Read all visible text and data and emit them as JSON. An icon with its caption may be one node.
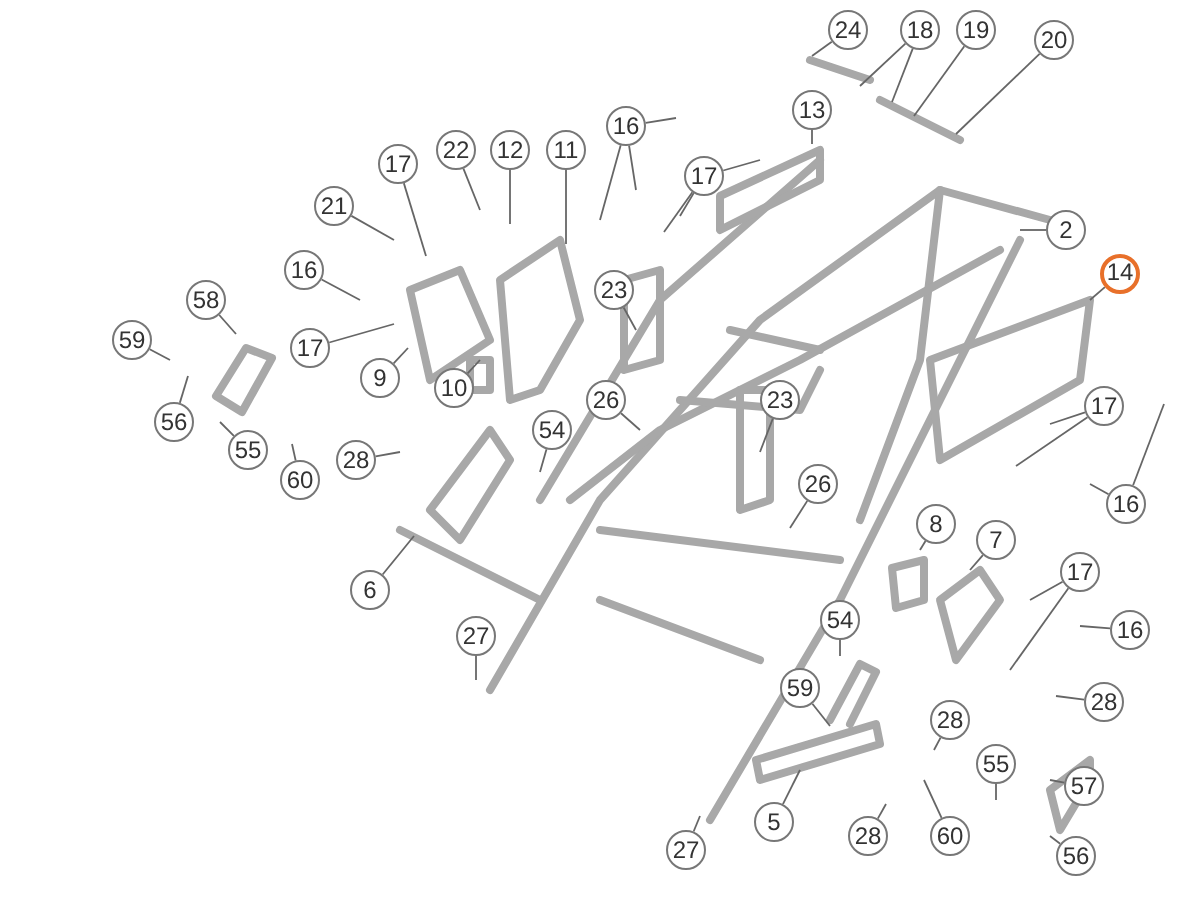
{
  "diagram": {
    "nodes": [
      {
        "text": [
          "24"
        ]
      },
      {
        "text": [
          "18"
        ]
      },
      {
        "text": [
          "19"
        ]
      },
      {
        "text": [
          "20"
        ]
      },
      {
        "text": [
          "13"
        ]
      },
      {
        "text": [
          "16"
        ]
      },
      {
        "text": [
          "17"
        ]
      },
      {
        "text": [
          "22"
        ]
      },
      {
        "text": [
          "12"
        ]
      },
      {
        "text": [
          "11"
        ]
      },
      {
        "text": [
          "17"
        ]
      },
      {
        "text": [
          "21"
        ]
      },
      {
        "text": [
          "16"
        ]
      },
      {
        "text": [
          "58"
        ]
      },
      {
        "text": [
          "59"
        ]
      },
      {
        "text": [
          "17"
        ]
      },
      {
        "text": [
          "9"
        ]
      },
      {
        "text": [
          "56"
        ]
      },
      {
        "text": [
          "10"
        ]
      },
      {
        "text": [
          "23"
        ]
      },
      {
        "text": [
          "2"
        ]
      },
      {
        "text": [
          "14"
        ]
      },
      {
        "text": [
          "26"
        ]
      },
      {
        "text": [
          "54"
        ]
      },
      {
        "text": [
          "55"
        ]
      },
      {
        "text": [
          "60"
        ]
      },
      {
        "text": [
          "28"
        ]
      },
      {
        "text": [
          "23"
        ]
      },
      {
        "text": [
          "17"
        ]
      },
      {
        "text": [
          "16"
        ]
      },
      {
        "text": [
          "26"
        ]
      },
      {
        "text": [
          "6"
        ]
      },
      {
        "text": [
          "8"
        ]
      },
      {
        "text": [
          "7"
        ]
      },
      {
        "text": [
          "17"
        ]
      },
      {
        "text": [
          "16"
        ]
      },
      {
        "text": [
          "27"
        ]
      },
      {
        "text": [
          "54"
        ]
      },
      {
        "text": [
          "28"
        ]
      },
      {
        "text": [
          "59"
        ]
      },
      {
        "text": [
          "28"
        ]
      },
      {
        "text": [
          "55"
        ]
      },
      {
        "text": [
          "57"
        ]
      },
      {
        "text": [
          "5"
        ]
      },
      {
        "text": [
          "28"
        ]
      },
      {
        "text": [
          "60"
        ]
      },
      {
        "text": [
          "56"
        ]
      },
      {
        "text": [
          "27"
        ]
      }
    ],
    "edges": [
      {
        "from": 0,
        "to": null,
        "arrow": "none"
      },
      {
        "from": 1,
        "to": null,
        "arrow": "none"
      },
      {
        "from": 1,
        "to": null,
        "arrow": "none"
      },
      {
        "from": 2,
        "to": null,
        "arrow": "none"
      },
      {
        "from": 3,
        "to": null,
        "arrow": "none"
      },
      {
        "from": 4,
        "to": null,
        "arrow": "none"
      },
      {
        "from": 5,
        "to": null,
        "arrow": "none"
      },
      {
        "from": 5,
        "to": null,
        "arrow": "none"
      },
      {
        "from": 5,
        "to": null,
        "arrow": "none"
      },
      {
        "from": 6,
        "to": null,
        "arrow": "none"
      },
      {
        "from": 6,
        "to": null,
        "arrow": "none"
      },
      {
        "from": 6,
        "to": null,
        "arrow": "none"
      },
      {
        "from": 7,
        "to": null,
        "arrow": "none"
      },
      {
        "from": 8,
        "to": null,
        "arrow": "none"
      },
      {
        "from": 9,
        "to": null,
        "arrow": "none"
      },
      {
        "from": 10,
        "to": null,
        "arrow": "none"
      },
      {
        "from": 11,
        "to": null,
        "arrow": "none"
      },
      {
        "from": 12,
        "to": null,
        "arrow": "none"
      },
      {
        "from": 13,
        "to": null,
        "arrow": "none"
      },
      {
        "from": 14,
        "to": null,
        "arrow": "none"
      },
      {
        "from": 15,
        "to": null,
        "arrow": "none"
      },
      {
        "from": 16,
        "to": null,
        "arrow": "none"
      },
      {
        "from": 17,
        "to": null,
        "arrow": "none"
      },
      {
        "from": 18,
        "to": null,
        "arrow": "none"
      },
      {
        "from": 19,
        "to": null,
        "arrow": "none"
      },
      {
        "from": 20,
        "to": null,
        "arrow": "none"
      },
      {
        "from": 21,
        "to": null,
        "arrow": "none"
      },
      {
        "from": 22,
        "to": null,
        "arrow": "none"
      },
      {
        "from": 23,
        "to": null,
        "arrow": "none"
      },
      {
        "from": 24,
        "to": null,
        "arrow": "none"
      },
      {
        "from": 25,
        "to": null,
        "arrow": "none"
      },
      {
        "from": 26,
        "to": null,
        "arrow": "none"
      },
      {
        "from": 27,
        "to": null,
        "arrow": "none"
      },
      {
        "from": 28,
        "to": null,
        "arrow": "none"
      },
      {
        "from": 28,
        "to": null,
        "arrow": "none"
      },
      {
        "from": 29,
        "to": null,
        "arrow": "none"
      },
      {
        "from": 29,
        "to": null,
        "arrow": "none"
      },
      {
        "from": 30,
        "to": null,
        "arrow": "none"
      },
      {
        "from": 31,
        "to": null,
        "arrow": "none"
      },
      {
        "from": 32,
        "to": null,
        "arrow": "none"
      },
      {
        "from": 33,
        "to": null,
        "arrow": "none"
      },
      {
        "from": 34,
        "to": null,
        "arrow": "none"
      },
      {
        "from": 34,
        "to": null,
        "arrow": "none"
      },
      {
        "from": 35,
        "to": null,
        "arrow": "none"
      },
      {
        "from": 36,
        "to": null,
        "arrow": "none"
      },
      {
        "from": 37,
        "to": null,
        "arrow": "none"
      },
      {
        "from": 38,
        "to": null,
        "arrow": "none"
      },
      {
        "from": 39,
        "to": null,
        "arrow": "none"
      },
      {
        "from": 40,
        "to": null,
        "arrow": "none"
      },
      {
        "from": 41,
        "to": null,
        "arrow": "none"
      },
      {
        "from": 42,
        "to": null,
        "arrow": "none"
      },
      {
        "from": 43,
        "to": null,
        "arrow": "none"
      },
      {
        "from": 44,
        "to": null,
        "arrow": "none"
      },
      {
        "from": 45,
        "to": null,
        "arrow": "none"
      },
      {
        "from": 46,
        "to": null,
        "arrow": "none"
      },
      {
        "from": 47,
        "to": null,
        "arrow": "none"
      }
    ]
  }
}
